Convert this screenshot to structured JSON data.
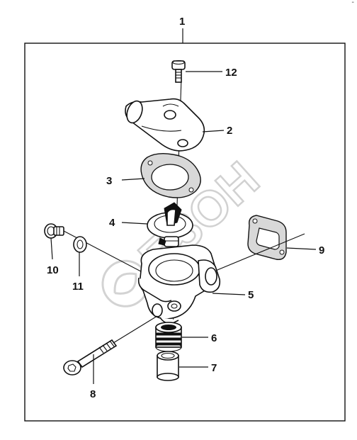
{
  "corner_mark": "-",
  "callouts": {
    "c1": "1",
    "c2": "2",
    "c3": "3",
    "c4": "4",
    "c5": "5",
    "c6": "6",
    "c7": "7",
    "c8": "8",
    "c9": "9",
    "c10": "10",
    "c11": "11",
    "c12": "12"
  },
  "watermark": {
    "text": "БЗОН"
  }
}
